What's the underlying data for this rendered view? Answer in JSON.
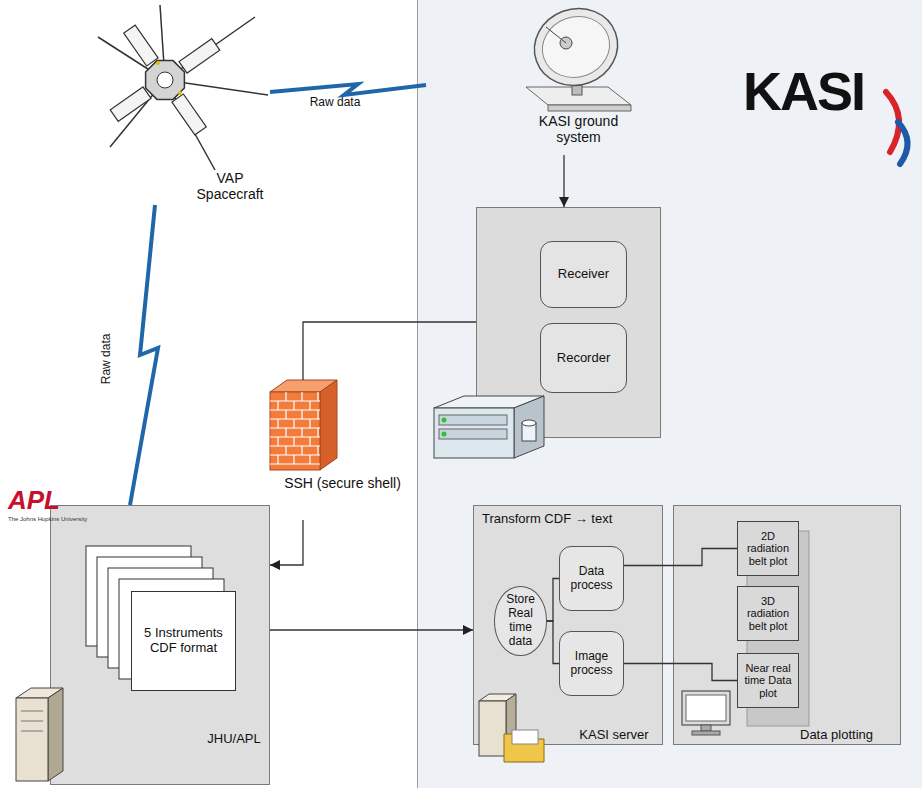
{
  "diagram": {
    "nodes": [
      {
        "text": [
          "VAP Spacecraft"
        ]
      },
      {
        "text": [
          "KASI"
        ]
      },
      {
        "text": [
          "KASI ground system"
        ],
        "in": 1
      },
      {
        "text": [],
        "in": 1
      },
      {
        "text": [
          "Receiver"
        ],
        "in": 3
      },
      {
        "text": [
          "Recorder"
        ],
        "in": 3
      },
      {
        "text": [
          "SSH (secure shell)"
        ]
      },
      {
        "text": [
          "JHU/APL"
        ]
      },
      {
        "text": [
          "5 Instruments CDF format"
        ],
        "in": 7
      },
      {
        "text": [
          "Transform CDF → text",
          "KASI server"
        ],
        "in": 1
      },
      {
        "text": [
          "Store Real time data"
        ],
        "in": 9
      },
      {
        "text": [
          "Data process"
        ],
        "in": 9
      },
      {
        "text": [
          "Image process"
        ],
        "in": 9
      },
      {
        "text": [
          "Data plotting"
        ],
        "in": 1
      },
      {
        "text": [
          "2D radiation belt plot"
        ],
        "in": 13
      },
      {
        "text": [
          "3D radiation belt plot"
        ],
        "in": 13
      },
      {
        "text": [
          "Near real time Data plot"
        ],
        "in": 13
      }
    ],
    "edges": [
      {
        "from": 0,
        "to": 2,
        "label": "Raw data",
        "arrow": "none"
      },
      {
        "from": 0,
        "to": 7,
        "label": "Raw data",
        "arrow": "none"
      },
      {
        "from": 2,
        "to": 3,
        "arrow": "to"
      },
      {
        "from": 3,
        "to": 6,
        "arrow": "none"
      },
      {
        "from": 6,
        "to": 7,
        "arrow": "to"
      },
      {
        "from": 7,
        "to": 9,
        "arrow": "to"
      },
      {
        "from": 10,
        "to": 11,
        "arrow": "none"
      },
      {
        "from": 10,
        "to": 12,
        "arrow": "none"
      },
      {
        "from": 11,
        "to": 14,
        "arrow": "none"
      },
      {
        "from": 12,
        "to": 16,
        "arrow": "none"
      }
    ],
    "labels": [
      "APL",
      "The Johns Hopkins University"
    ]
  }
}
